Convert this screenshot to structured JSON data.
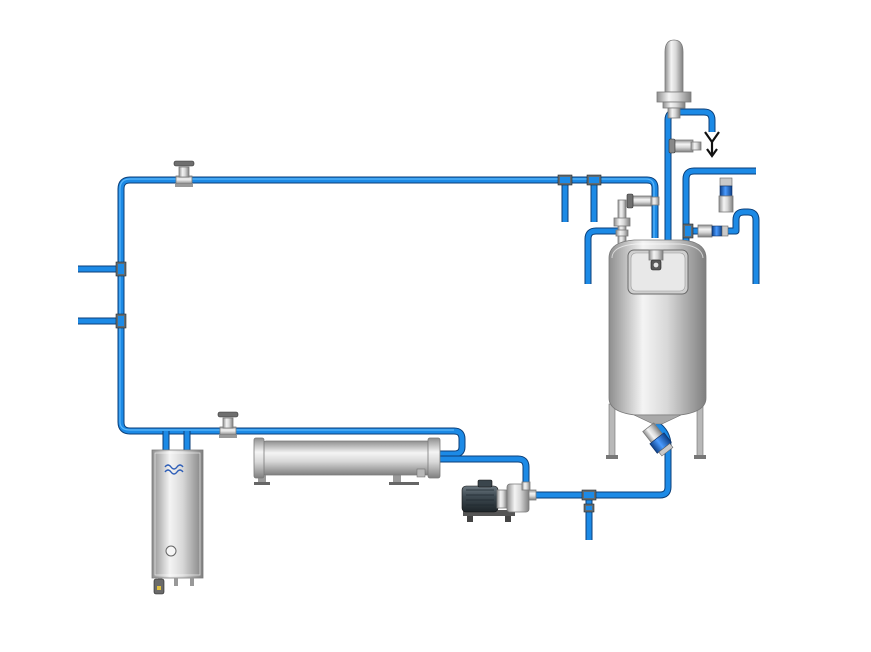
{
  "diagram": {
    "background": "#ffffff",
    "colors": {
      "pipe": "#1c8ae6",
      "pipe_edge": "#0c3f78",
      "steel_light": "#f2f2f2",
      "steel_dark": "#9a9a9a",
      "valve_actuator": "#1f6fd1",
      "pump_motor": "#3e4a52"
    },
    "components": [
      {
        "id": "process-tank",
        "icon": "vertical-tank-icon"
      },
      {
        "id": "cip-spray-device",
        "icon": "spray-ball-icon"
      },
      {
        "id": "tubular-heat-exchanger",
        "icon": "heat-exchanger-icon"
      },
      {
        "id": "centrifugal-pump",
        "icon": "pump-icon"
      },
      {
        "id": "plate-heat-exchanger-cabinet",
        "icon": "cabinet-icon"
      },
      {
        "id": "air-vent-filter",
        "icon": "filter-icon"
      },
      {
        "id": "tank-outlet-valve",
        "icon": "butterfly-valve-icon"
      },
      {
        "id": "drain-symbol",
        "icon": "drain-arrow-icon"
      }
    ]
  }
}
